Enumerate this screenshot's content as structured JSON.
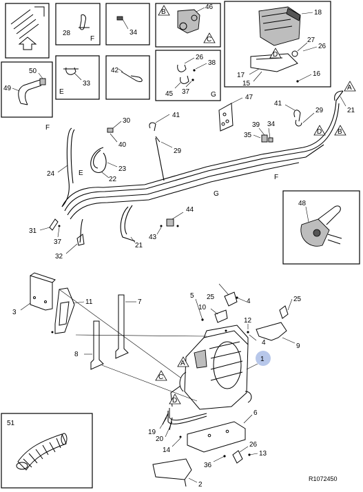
{
  "reference_code": "R1072450",
  "highlight_color": "#b7c7ea",
  "callouts": {
    "c1": "1",
    "c2": "2",
    "c3": "3",
    "c4a": "4",
    "c4b": "4",
    "c5": "5",
    "c6": "6",
    "c7": "7",
    "c8": "8",
    "c9": "9",
    "c10": "10",
    "c11": "11",
    "c12": "12",
    "c13": "13",
    "c14": "14",
    "c15": "15",
    "c16": "16",
    "c17": "17",
    "c18": "18",
    "c19": "19",
    "c20": "20",
    "c21a": "21",
    "c21b": "21",
    "c22": "22",
    "c23": "23",
    "c24": "24",
    "c25a": "25",
    "c25b": "25",
    "c26a": "26",
    "c26b": "26",
    "c26c": "26",
    "c27": "27",
    "c28": "28",
    "c29a": "29",
    "c29b": "29",
    "c30": "30",
    "c31": "31",
    "c32": "32",
    "c33": "33",
    "c34a": "34",
    "c34b": "34",
    "c35": "35",
    "c36": "36",
    "c37a": "37",
    "c37b": "37",
    "c38": "38",
    "c39": "39",
    "c40": "40",
    "c41a": "41",
    "c41b": "41",
    "c42": "42",
    "c43": "43",
    "c44": "44",
    "c45": "45",
    "c46": "46",
    "c47": "47",
    "c48": "48",
    "c49": "49",
    "c50": "50",
    "c51": "51"
  },
  "letters": {
    "b_box46": "B",
    "c_box46": "C",
    "d_box18": "D",
    "f_box28": "F",
    "e_box33": "E",
    "g_box26": "G",
    "a_pipe": "A",
    "b_pipe": "B",
    "d_pipe": "D",
    "f_pipe_left": "F",
    "e_pipe": "E",
    "g_pipe": "G",
    "f_pipe_right": "F",
    "a_heater": "A",
    "c_heater": "C",
    "d_heater": "D"
  }
}
